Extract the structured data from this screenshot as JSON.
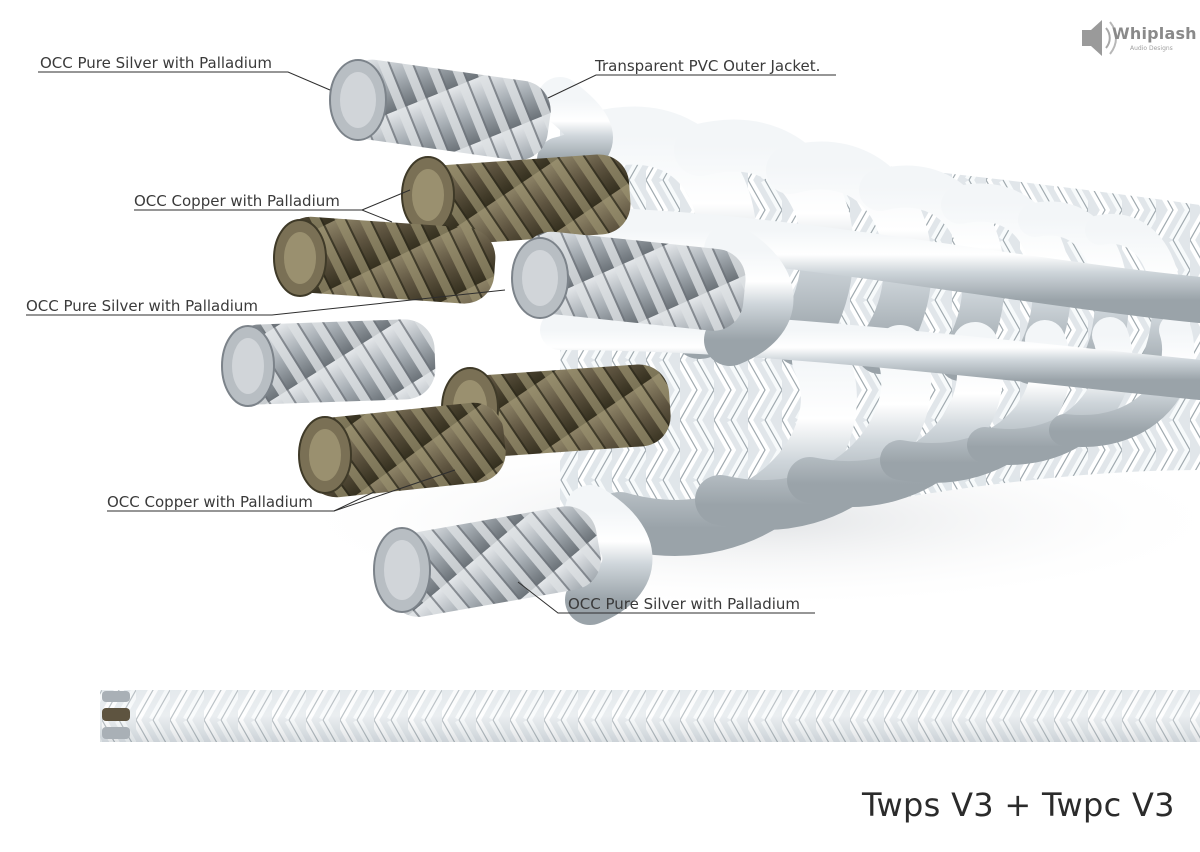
{
  "callouts": {
    "silver_top": "OCC Pure Silver with Palladium",
    "jacket": "Transparent PVC Outer Jacket.",
    "copper_top": "OCC Copper with Palladium",
    "silver_mid": "OCC Pure Silver with Palladium",
    "copper_bottom": "OCC Copper with Palladium",
    "silver_bottom": "OCC Pure Silver with Palladium"
  },
  "logo": {
    "word": "Whiplash",
    "sub": "Audio Designs"
  },
  "product_title": "Twps V3 + Twpc V3",
  "colors": {
    "silver": "#c9ced3",
    "copper": "#5e5440",
    "jacket": "#dfe6ea",
    "label_text": "#3a3a3a",
    "logo": "#8a8a8a"
  },
  "icons": [
    "speaker-icon"
  ]
}
